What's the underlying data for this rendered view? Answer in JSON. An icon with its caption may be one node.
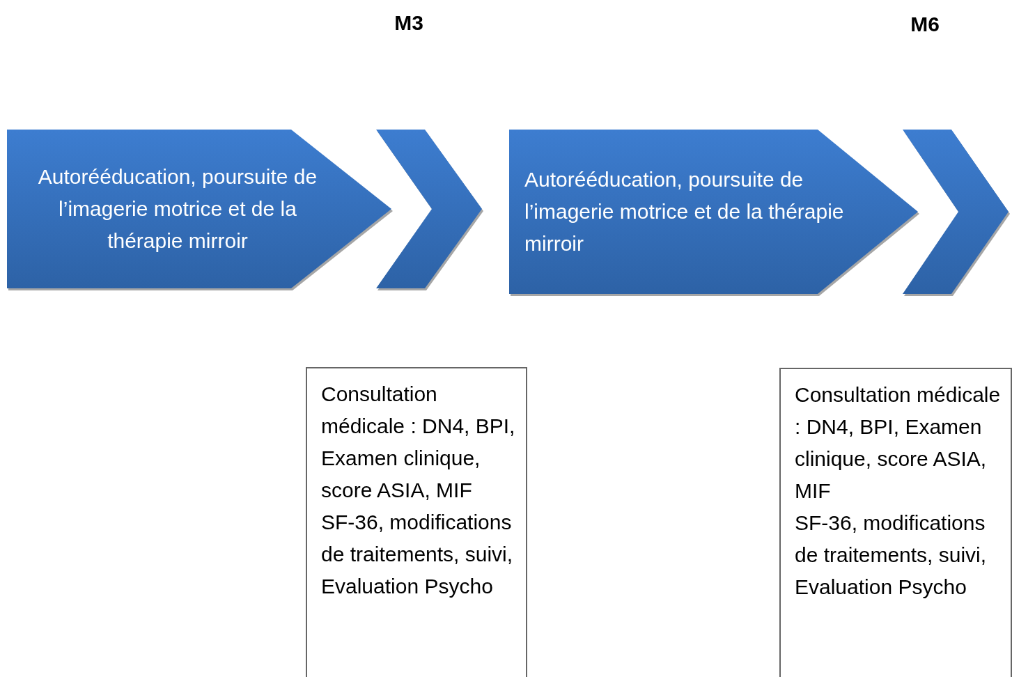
{
  "diagram": {
    "nodes": [
      {
        "text": [
          "Autorééducation, poursuite de l’imagerie motrice et de la thérapie mirroir"
        ]
      },
      {
        "text": [
          "Autorééducation, poursuite de l’imagerie motrice et de la thérapie mirroir"
        ]
      },
      {
        "text": [
          "Consultation médicale : DN4, BPI, Examen clinique, score ASIA, MIF",
          "SF-36, modifications de traitements, suivi, Evaluation Psycho"
        ]
      },
      {
        "text": [
          "Consultation médicale : DN4, BPI, Examen clinique, score ASIA, MIF",
          "SF-36, modifications de traitements, suivi, Evaluation Psycho"
        ]
      }
    ],
    "edges": [
      {
        "from": 0,
        "to": 1,
        "arrow": "to"
      },
      {
        "from": 1,
        "to": null,
        "arrow": "to"
      }
    ],
    "labels": [
      "M3",
      "M6"
    ]
  }
}
